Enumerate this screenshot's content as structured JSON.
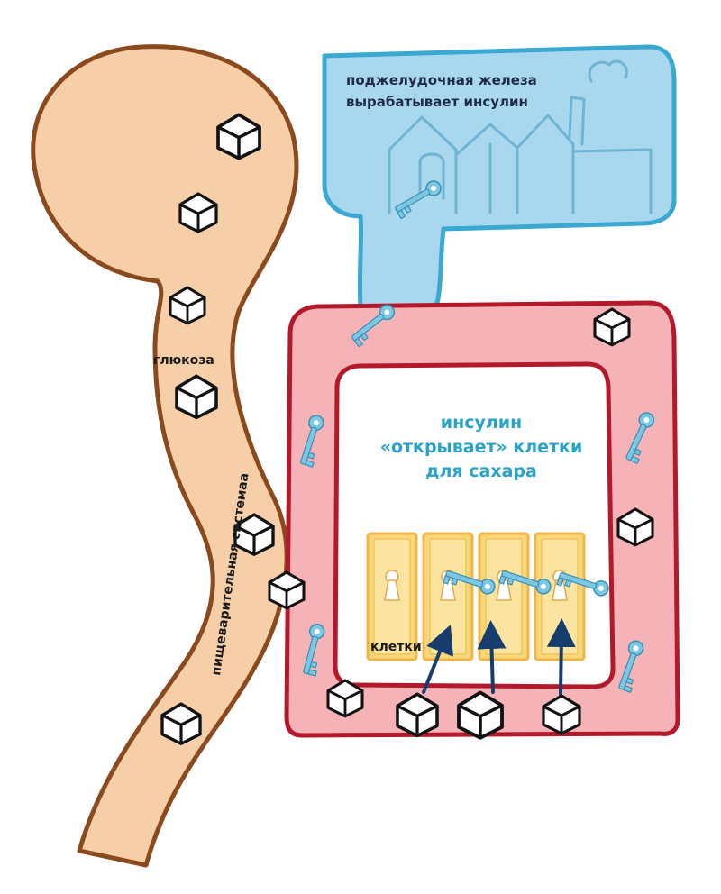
{
  "pancreas": {
    "line1": "поджелудочная железа",
    "line2": "вырабатывает  инсулин"
  },
  "insulin": {
    "line1": "инсулин",
    "line2": "«открывает» клетки",
    "line3": "для сахара"
  },
  "labels": {
    "glucose": "глюкоза",
    "digestive_system": "пищеварительная системаа",
    "cells": "клетки"
  },
  "colors": {
    "digestive_fill": "#f6cfa9",
    "digestive_outline": "#8a4a1e",
    "pancreas_fill": "#a9d8ee",
    "pancreas_outline": "#3aa8d0",
    "blood_fill": "#f5b3b7",
    "blood_outline": "#b3192a",
    "cell_fill": "#f8d77a",
    "key_color": "#7cc7e3",
    "arrow_color": "#163d6e"
  },
  "icons": [
    "sugar-cube-icon",
    "key-icon",
    "factory-icon",
    "keyhole-icon",
    "arrow-icon"
  ]
}
